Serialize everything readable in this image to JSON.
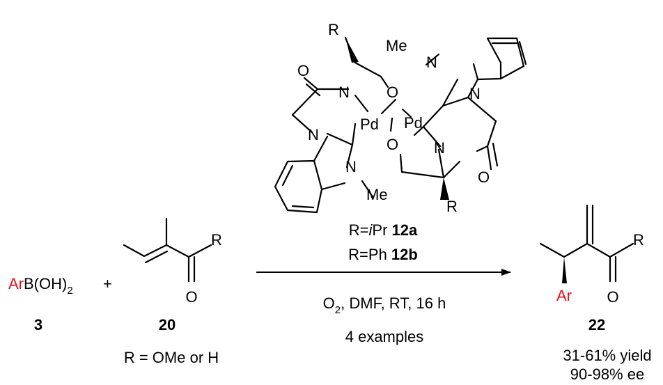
{
  "reactant1": {
    "ar": "Ar",
    "boronic": "B(OH)",
    "subscript": "2",
    "number": "3"
  },
  "plus": "+",
  "reactant2": {
    "r_label": "R",
    "o_label": "O",
    "number": "20",
    "note": "R = OMe or H"
  },
  "catalyst": {
    "atoms": {
      "R": "R",
      "O": "O",
      "N": "N",
      "Pd": "Pd",
      "Me": "Me"
    },
    "line1_prefix": "R=",
    "line1_ital": "i",
    "line1_mid": "Pr ",
    "line1_bold": "12a",
    "line2_prefix": "R=Ph ",
    "line2_bold": "12b"
  },
  "conditions": {
    "o2": "O",
    "o2_sub": "2",
    "rest": ", DMF, RT, 16 h",
    "examples": "4 examples"
  },
  "product": {
    "r_label": "R",
    "o_label": "O",
    "ar": "Ar",
    "number": "22",
    "yield": "31-61% yield",
    "ee": "90-98% ee"
  },
  "colors": {
    "aryl": "#e8101a",
    "ink": "#000000"
  }
}
